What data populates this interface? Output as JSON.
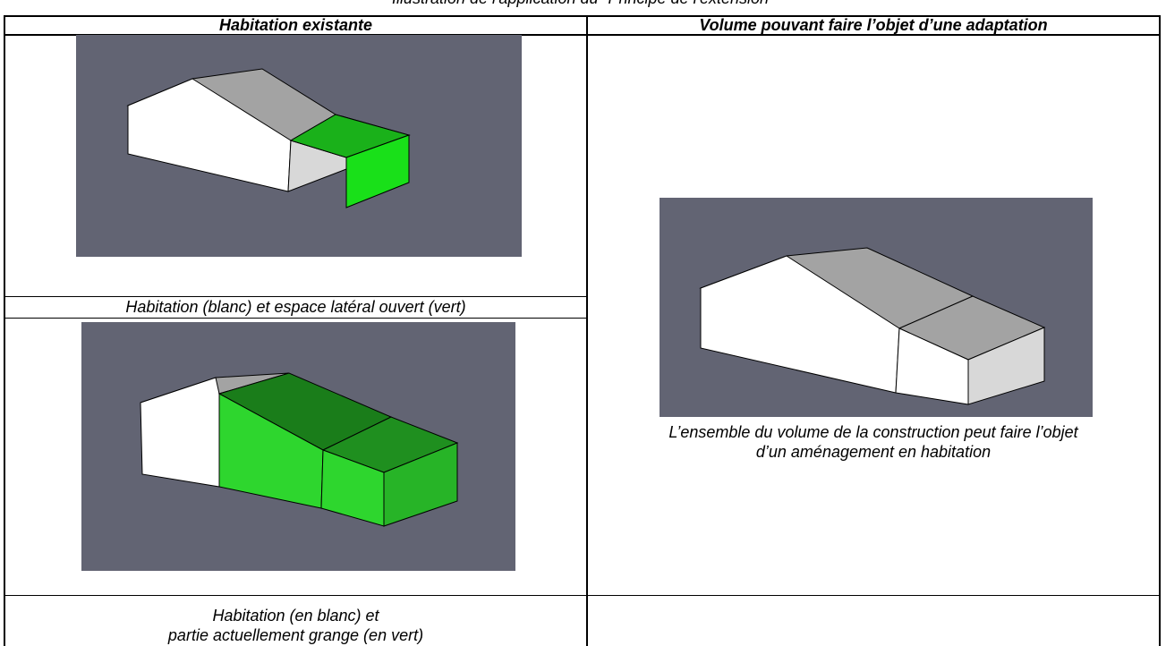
{
  "caption_top": "Illustration de l'application du “Principe de l'extension”",
  "table": {
    "header_left": "Habitation existante",
    "header_right": "Volume pouvant faire l’objet d’une adaptation",
    "caption_1": "Habitation (blanc) et espace latéral ouvert (vert)",
    "caption_2_line1": "Habitation (en blanc) et",
    "caption_2_line2": "partie actuellement grange (en vert)",
    "caption_right_line1": "L’ensemble du volume de la construction peut faire l’objet",
    "caption_right_line2": "d’un aménagement en habitation"
  },
  "colors": {
    "background_scene": "#626473",
    "white_face": "#ffffff",
    "grey_roof": "#a3a3a3",
    "light_grey": "#d8d8d8",
    "green_dark": "#1f8f1f",
    "green_light": "#2ed62e"
  }
}
